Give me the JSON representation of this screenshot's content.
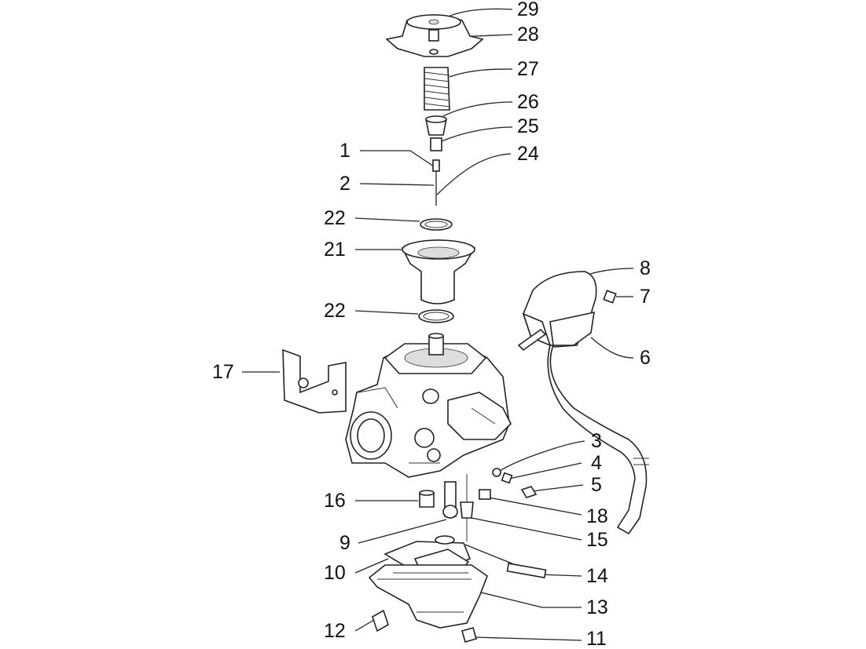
{
  "diagram": {
    "callouts": [
      {
        "id": "c29",
        "label": "29"
      },
      {
        "id": "c28",
        "label": "28"
      },
      {
        "id": "c27",
        "label": "27"
      },
      {
        "id": "c26",
        "label": "26"
      },
      {
        "id": "c25",
        "label": "25"
      },
      {
        "id": "c24",
        "label": "24"
      },
      {
        "id": "c1",
        "label": "1"
      },
      {
        "id": "c2",
        "label": "2"
      },
      {
        "id": "c22a",
        "label": "22"
      },
      {
        "id": "c21",
        "label": "21"
      },
      {
        "id": "c22b",
        "label": "22"
      },
      {
        "id": "c8",
        "label": "8"
      },
      {
        "id": "c7",
        "label": "7"
      },
      {
        "id": "c6",
        "label": "6"
      },
      {
        "id": "c17",
        "label": "17"
      },
      {
        "id": "c3",
        "label": "3"
      },
      {
        "id": "c4",
        "label": "4"
      },
      {
        "id": "c5",
        "label": "5"
      },
      {
        "id": "c18",
        "label": "18"
      },
      {
        "id": "c16",
        "label": "16"
      },
      {
        "id": "c15",
        "label": "15"
      },
      {
        "id": "c9",
        "label": "9"
      },
      {
        "id": "c14",
        "label": "14"
      },
      {
        "id": "c10",
        "label": "10"
      },
      {
        "id": "c13",
        "label": "13"
      },
      {
        "id": "c12",
        "label": "12"
      },
      {
        "id": "c11",
        "label": "11"
      }
    ]
  }
}
